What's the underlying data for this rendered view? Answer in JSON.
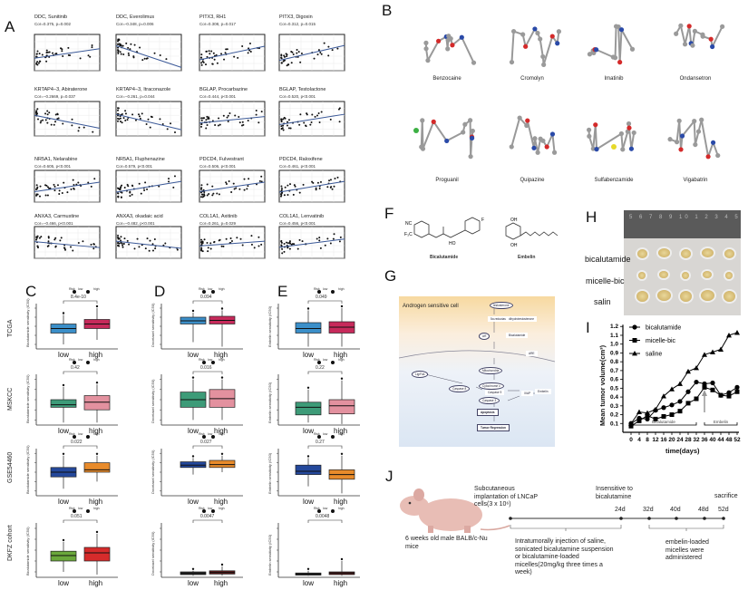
{
  "panels": {
    "A": "A",
    "B": "B",
    "C": "C",
    "D": "D",
    "E": "E",
    "F": "F",
    "G": "G",
    "H": "H",
    "I": "I",
    "J": "J"
  },
  "panel_a": [
    {
      "title": "DDC, Sunitinib",
      "stat": "Cor=0.375, p=0.002",
      "trend": 0.35
    },
    {
      "title": "DDC, Everolimus",
      "stat": "Cor=-0.348, p=0.006",
      "trend": -0.8
    },
    {
      "title": "PITX3, RH1",
      "stat": "Cor=0.308, p=0.017",
      "trend": 0.5
    },
    {
      "title": "PITX3, Digoxin",
      "stat": "Cor=0.312, p=0.015",
      "trend": 0.55
    },
    {
      "title": "KRTAP4−3, Abiraterone",
      "stat": "Cor=−0.2669, p=0.037",
      "trend": -0.5
    },
    {
      "title": "KRTAP4−3, Itraconazole",
      "stat": "Cor=−0.261, p=0.044",
      "trend": -0.6
    },
    {
      "title": "BGLAP, Procarbazine",
      "stat": "Cor=0.444, p<0.001",
      "trend": 0.25
    },
    {
      "title": "BGLAP, Testolactone",
      "stat": "Cor=0.520, p<0.001",
      "trend": 0.4
    },
    {
      "title": "NR5A1, Nelarabine",
      "stat": "Cor=0.605, p<0.001",
      "trend": 0.4
    },
    {
      "title": "NR5A1, Fluphenazine",
      "stat": "Cor=0.579, p<0.001",
      "trend": 0.45
    },
    {
      "title": "PDCD4, Fulvestrant",
      "stat": "Cor=0.506, p<0.001",
      "trend": 0.4
    },
    {
      "title": "PDCD4, Raloxifene",
      "stat": "Cor=0.461, p<0.001",
      "trend": 0.45
    },
    {
      "title": "ANXA3, Carmustine",
      "stat": "Cor=−0.466, p<0.001",
      "trend": -0.25
    },
    {
      "title": "ANXA3, okadaic acid",
      "stat": "Cor=−0.482, p<0.001",
      "trend": -0.3
    },
    {
      "title": "COL1A1, Axitinib",
      "stat": "Cor=0.261, p=0.029",
      "trend": 0.2
    },
    {
      "title": "COL1A1, Lenvatinib",
      "stat": "Cor=0.456, p<0.001",
      "trend": 0.35
    }
  ],
  "panel_b": {
    "molecules": [
      "Benzocaine",
      "Cromolyn",
      "Imatinib",
      "Ondansetron",
      "Proguanil",
      "Quipazine",
      "Sulfabenzamide",
      "Vigabatrin"
    ]
  },
  "boxplots": {
    "legend": {
      "title": "Risk",
      "low": "low",
      "high": "high"
    },
    "x_labels": [
      "low",
      "high"
    ],
    "rows": [
      "TCGA",
      "MSKCC",
      "GSE54460",
      "DKFZ cohort"
    ],
    "ylabels": [
      "Bicalutamide sensitivity (IC50)",
      "Docetaxel sensitivity (IC50)",
      "Embelin sensitivity (IC50)"
    ],
    "colors": [
      [
        "#3b8fc9",
        "#c72a5b"
      ],
      [
        "#3d9b78",
        "#e3919f"
      ],
      [
        "#24489b",
        "#e88b2b"
      ],
      [
        "#6aa83b",
        "#d62b2b"
      ]
    ],
    "pvalues": [
      [
        "8.4e-10",
        "0.094",
        "0.049"
      ],
      [
        "0.42",
        "0.016",
        "0.22"
      ],
      [
        "0.022",
        "0.027",
        "0.27"
      ],
      [
        "0.051",
        "0.0047",
        "0.0048"
      ]
    ],
    "stats_fraction_of_axis": [
      [
        [
          [
            0.35,
            0.45,
            0.55,
            0.1,
            0.75
          ],
          [
            0.45,
            0.55,
            0.65,
            0.2,
            0.9
          ]
        ],
        [
          [
            0.55,
            0.62,
            0.7,
            0.15,
            0.8
          ],
          [
            0.55,
            0.63,
            0.72,
            0.05,
            0.85
          ]
        ],
        [
          [
            0.35,
            0.45,
            0.58,
            0.05,
            0.85
          ],
          [
            0.35,
            0.48,
            0.6,
            0.05,
            0.9
          ]
        ]
      ],
      [
        [
          [
            0.35,
            0.4,
            0.5,
            0.05,
            0.75
          ],
          [
            0.3,
            0.45,
            0.58,
            0.05,
            0.8
          ]
        ],
        [
          [
            0.35,
            0.5,
            0.65,
            0.1,
            0.9
          ],
          [
            0.35,
            0.52,
            0.7,
            0.1,
            0.9
          ]
        ],
        [
          [
            0.2,
            0.35,
            0.45,
            0.05,
            0.7
          ],
          [
            0.22,
            0.38,
            0.5,
            0.02,
            0.88
          ]
        ]
      ],
      [
        [
          [
            0.4,
            0.5,
            0.6,
            0.15,
            0.85
          ],
          [
            0.5,
            0.55,
            0.7,
            0.3,
            0.85
          ]
        ],
        [
          [
            0.6,
            0.65,
            0.72,
            0.45,
            0.8
          ],
          [
            0.6,
            0.66,
            0.75,
            0.5,
            0.85
          ]
        ],
        [
          [
            0.45,
            0.52,
            0.65,
            0.2,
            0.8
          ],
          [
            0.35,
            0.45,
            0.55,
            0.05,
            0.85
          ]
        ]
      ],
      [
        [
          [
            0.3,
            0.4,
            0.48,
            0.1,
            0.65
          ],
          [
            0.3,
            0.45,
            0.55,
            0.05,
            0.8
          ]
        ],
        [
          [
            0.05,
            0.07,
            0.1,
            0.03,
            0.12
          ],
          [
            0.06,
            0.09,
            0.12,
            0.03,
            0.2
          ]
        ],
        [
          [
            0.04,
            0.06,
            0.08,
            0.03,
            0.12
          ],
          [
            0.05,
            0.08,
            0.1,
            0.03,
            0.3
          ]
        ]
      ]
    ]
  },
  "panel_f": {
    "left": "Bicalutamide",
    "right": "Embelin"
  },
  "panel_g": {
    "title": "Androgen sensitive cell",
    "nodes": [
      "testosterone",
      "5α-reductase",
      "dihydrotestosterone",
      "AR",
      "Bicalutamide",
      "ARE",
      "Mitochondria",
      "Cytochrome c",
      "Caspase 9",
      "Caspase 3",
      "Lig/Fas",
      "Caspase 8",
      "XIAP",
      "Embelin",
      "Apoptosis",
      "Tumor Regression"
    ]
  },
  "panel_h": {
    "rows": [
      "bicalutamide",
      "micelle-bic",
      "salin"
    ],
    "ruler": "5 6 7 8 9 10 1 2 3 4 5"
  },
  "chart_data": {
    "type": "line",
    "xlabel": "time(days)",
    "ylabel": "Mean tumor volume(cm³)",
    "x": [
      0,
      4,
      8,
      12,
      16,
      20,
      24,
      28,
      32,
      36,
      40,
      44,
      48,
      52
    ],
    "xlim": [
      0,
      52
    ],
    "ylim": [
      0,
      1.2
    ],
    "yticks": [
      "0.1",
      "0.2",
      "0.3",
      "0.4",
      "0.5",
      "0.6",
      "0.7",
      "0.8",
      "0.9",
      "1.0",
      "1.1",
      "1.2"
    ],
    "legend": "top-left",
    "series": [
      {
        "name": "bicalutamide",
        "marker": "circle",
        "values": [
          0.1,
          0.16,
          0.15,
          0.25,
          0.28,
          0.31,
          0.35,
          0.46,
          0.57,
          0.55,
          0.56,
          0.42,
          0.45,
          0.51
        ]
      },
      {
        "name": "micelle-bic",
        "marker": "square",
        "values": [
          0.07,
          0.13,
          0.19,
          0.15,
          0.18,
          0.2,
          0.24,
          0.33,
          0.38,
          0.51,
          0.48,
          0.42,
          0.41,
          0.46
        ]
      },
      {
        "name": "saline",
        "marker": "triangle",
        "values": [
          0.1,
          0.23,
          0.22,
          0.26,
          0.41,
          0.49,
          0.55,
          0.69,
          0.73,
          0.88,
          0.91,
          0.94,
          1.1,
          1.13
        ]
      }
    ],
    "annotations": [
      {
        "text": "Bicalutamide",
        "from": 0,
        "to": 32
      },
      {
        "text": "Embelin",
        "from": 36,
        "to": 52
      }
    ],
    "arrow_at": 36
  },
  "panel_j": {
    "mouse": "6 weeks old male BALB/c-Nu mice",
    "implant": "Subcutaneous implantation of LNCaP cells(3 x 10⁶)",
    "insensitive": "Insensitive to bicalutamine",
    "sacrifice": "sacrifice",
    "days": [
      "24d",
      "32d",
      "40d",
      "48d",
      "52d"
    ],
    "phase1": "Intratumorally injection of saline, sonicated bicalutamine suspension or bicalutamine-loaded micelles(20mg/kg three times a week)",
    "phase2": "embelin-loaded micelles were administered"
  }
}
